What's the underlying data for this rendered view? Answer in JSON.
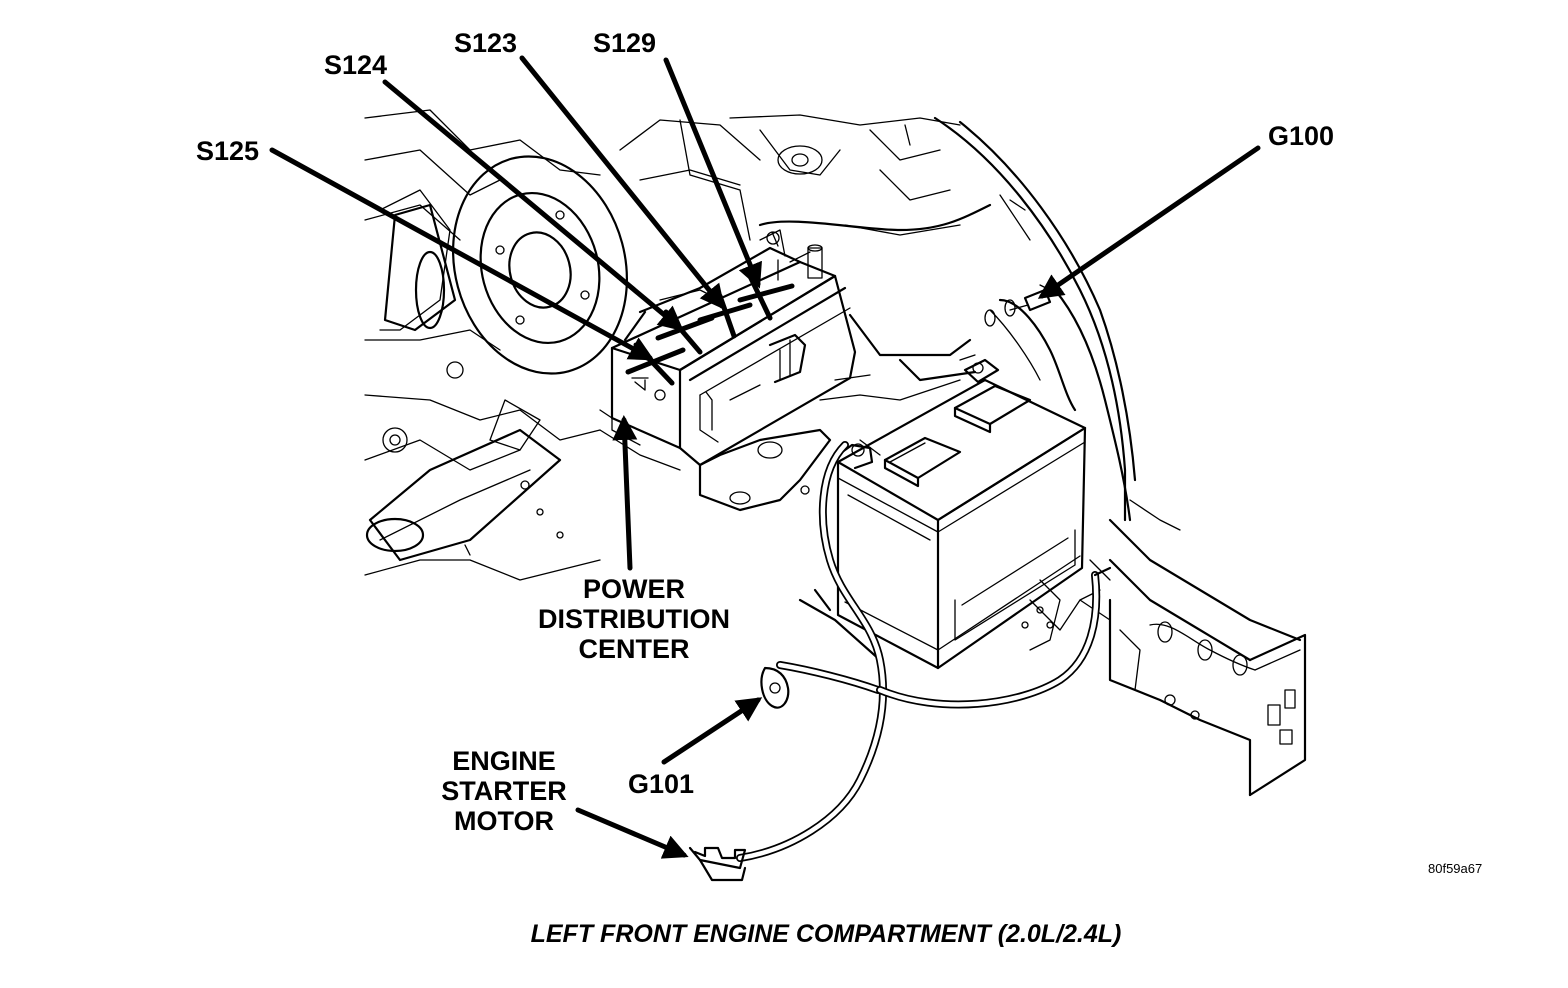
{
  "labels": {
    "s125": "S125",
    "s124": "S124",
    "s123": "S123",
    "s129": "S129",
    "g100": "G100",
    "g101": "G101",
    "pdc": [
      "POWER",
      "DISTRIBUTION",
      "CENTER"
    ],
    "starter": [
      "ENGINE",
      "STARTER",
      "MOTOR"
    ]
  },
  "figure_id": "80f59a67",
  "caption": "LEFT FRONT ENGINE COMPARTMENT (2.0L/2.4L)",
  "icons": [
    "arrow-head-icon",
    "splice-x-marker-icon",
    "ground-eyelet-icon"
  ]
}
